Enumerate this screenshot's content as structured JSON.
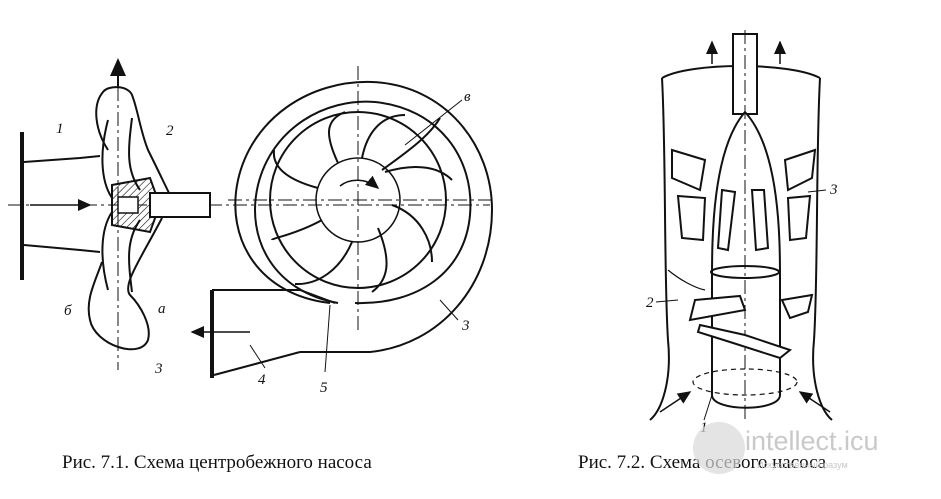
{
  "figure1": {
    "caption": "Рис. 7.1. Схема центробежного насоса",
    "labels": {
      "l1": "1",
      "l2": "2",
      "l3": "3",
      "lb": "б",
      "la": "а",
      "lv": "в",
      "l3b": "3",
      "l4": "4",
      "l5": "5"
    }
  },
  "figure2": {
    "caption": "Рис. 7.2. Схема осевого насоса",
    "labels": {
      "l3": "3",
      "l2": "2",
      "l1": "1"
    }
  },
  "watermark": {
    "text": "intellect.icu",
    "subtext": "Искусственный разум"
  }
}
